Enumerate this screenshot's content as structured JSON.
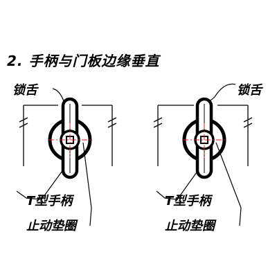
{
  "title": "2. 手柄与门板边缘垂直",
  "panels": [
    {
      "latch_label": "锁舌",
      "handle_label": "T型手柄",
      "washer_label": "止动垫圈"
    },
    {
      "latch_label": "锁舌",
      "handle_label": "T型手柄",
      "washer_label": "止动垫圈"
    }
  ],
  "colors": {
    "line": "#000000",
    "centerline": "#e0201c",
    "background": "#ffffff"
  }
}
